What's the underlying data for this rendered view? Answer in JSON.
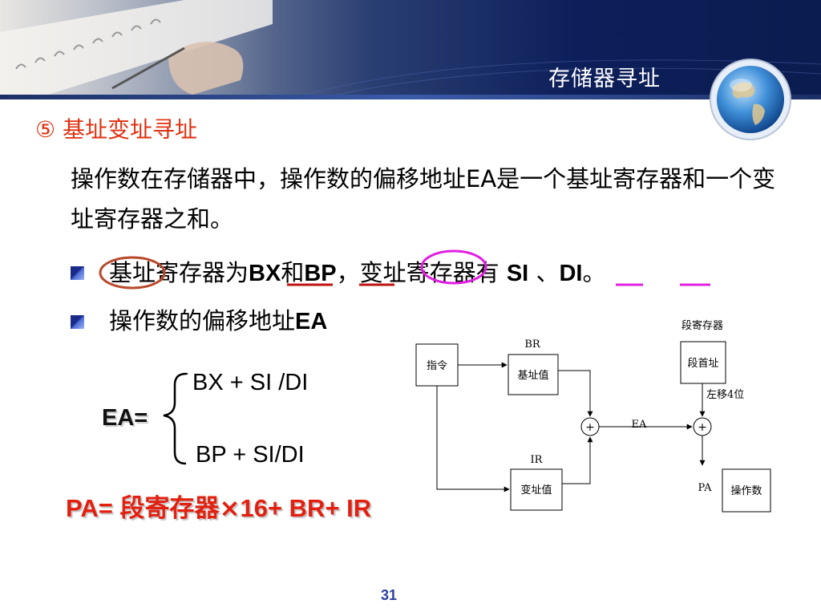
{
  "header": {
    "title": "存储器寻址"
  },
  "section": {
    "title": "⑤ 基址变址寻址"
  },
  "paragraph": {
    "text": "操作数在存储器中，操作数的偏移地址EA是一个基址寄存器和一个变址寄存器之和。"
  },
  "bullets": {
    "b1": {
      "p1": "基址寄存器为",
      "p2": "BX",
      "p3": "和",
      "p4": "BP",
      "p5": "，变址寄存器有 ",
      "p6": "SI",
      "p7": " 、",
      "p8": "DI",
      "p9": "。"
    },
    "b2": {
      "p1": "操作数的偏移地址",
      "p2": "EA"
    }
  },
  "formula": {
    "ea_label": "EA=",
    "line1": "BX + SI /DI",
    "line2": "BP + SI/DI"
  },
  "pa_formula": {
    "p1": "PA= ",
    "p2": "段寄存器×",
    "p3": "16+ BR+ IR"
  },
  "diagram": {
    "instruction": "指令",
    "br_label": "BR",
    "base_value": "基址值",
    "ir_label": "IR",
    "index_value": "变址值",
    "seg_reg_label": "段寄存器",
    "seg_base": "段首址",
    "shift_label": "左移4位",
    "ea_label": "EA",
    "pa_label": "PA",
    "operand": "操作数",
    "plus": "+"
  },
  "colors": {
    "title_red": "#e03010",
    "circle_brown": "#b84a2c",
    "circle_magenta": "#e020e0",
    "underline_red": "#c01010"
  },
  "footer": {
    "page_number": "31"
  }
}
